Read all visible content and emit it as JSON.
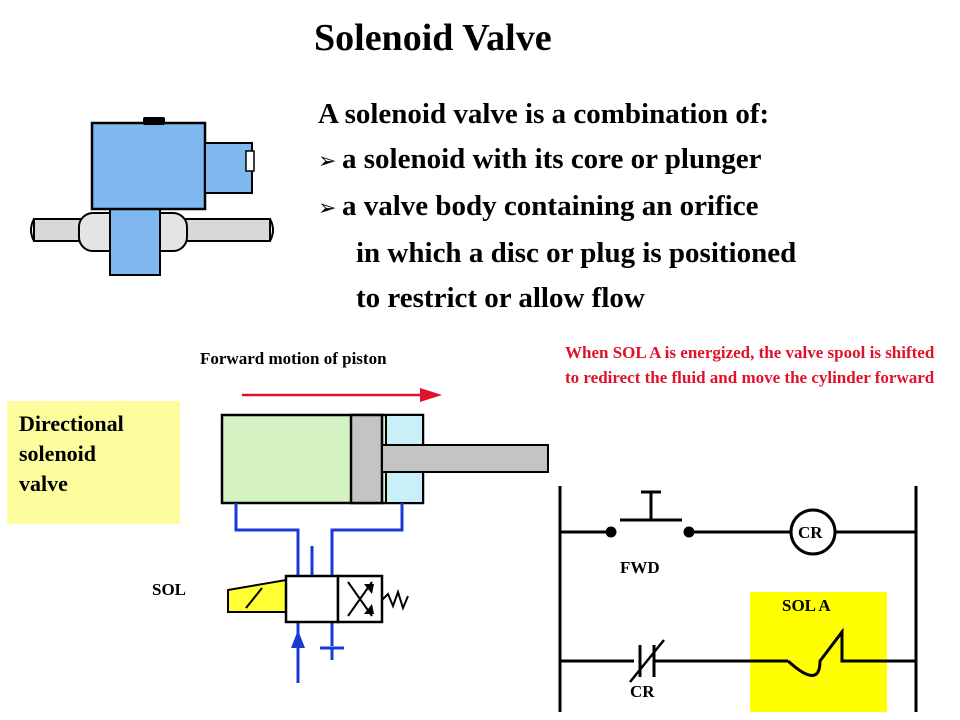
{
  "title": "Solenoid Valve",
  "intro": {
    "lead": "A solenoid valve is a combination of:",
    "bullet_symbol": "➢",
    "bullet_1": "a solenoid with its core or plunger",
    "bullet_2": "a valve body containing an orifice",
    "cont_1": "in which a disc or plug is positioned",
    "cont_2": "to restrict or allow flow"
  },
  "diagram": {
    "motion_caption": "Forward motion of  piston",
    "energized_note": "When SOL A is energized, the valve spool is shifted to redirect the fluid and move the cylinder forward",
    "directional_box": [
      "Directional",
      "solenoid",
      "valve"
    ],
    "sol_label": "SOL",
    "ladder": {
      "fwd_label": "FWD",
      "cr_coil_label": "CR",
      "cr_contact_label": "CR",
      "sol_a_label": "SOL A"
    }
  },
  "colors": {
    "valve_body": "#7fb8ef",
    "cylinder": "#d5f2c2",
    "rod": "#c4c4c4",
    "hydraulic_line": "#1a3ad6",
    "arrow_red": "#e0112a",
    "highlight_yellow": "#fdfd9d",
    "sol_a_fill": "#ffff00"
  }
}
